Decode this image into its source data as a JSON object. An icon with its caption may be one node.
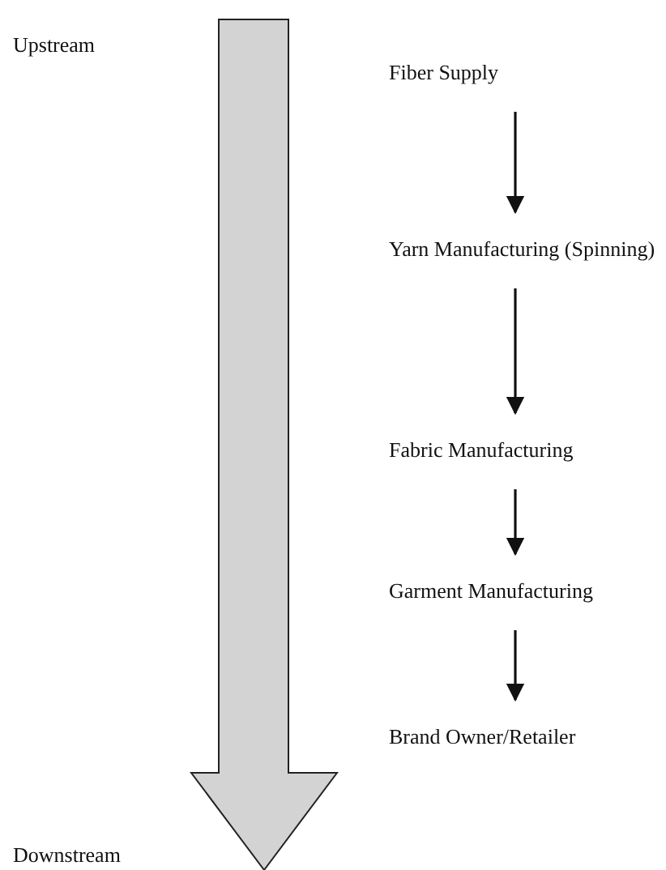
{
  "diagram": {
    "nodes": [
      {
        "text": [
          "Fiber Supply"
        ]
      },
      {
        "text": [
          "Yarn Manufacturing (Spinning)"
        ]
      },
      {
        "text": [
          "Fabric Manufacturing"
        ]
      },
      {
        "text": [
          "Garment Manufacturing"
        ]
      },
      {
        "text": [
          "Brand Owner/Retailer"
        ]
      }
    ],
    "edges": [
      {
        "from": 0,
        "to": 1,
        "arrow": "to"
      },
      {
        "from": 1,
        "to": 2,
        "arrow": "to"
      },
      {
        "from": 2,
        "to": 3,
        "arrow": "to"
      },
      {
        "from": 3,
        "to": 4,
        "arrow": "to"
      }
    ],
    "labels": [
      "Upstream",
      "Downstream"
    ]
  }
}
